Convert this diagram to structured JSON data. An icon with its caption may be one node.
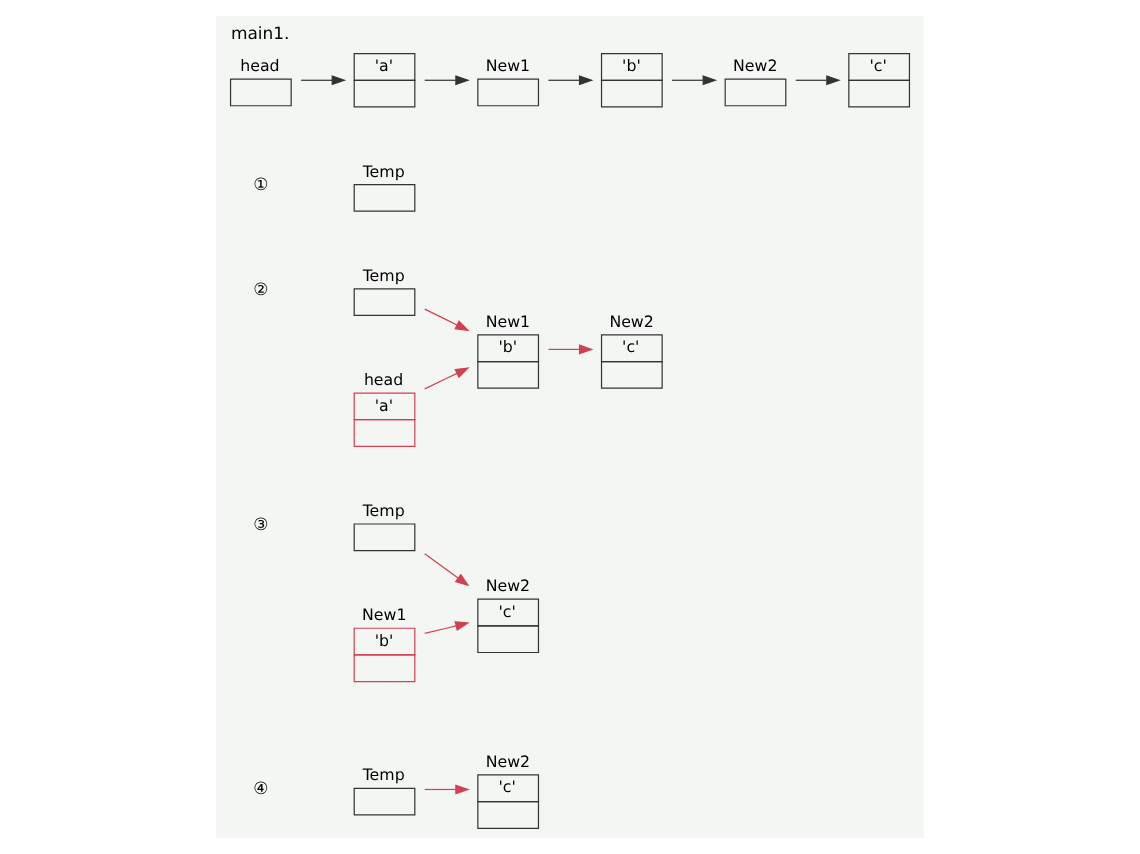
{
  "diagram": {
    "title": "main1.",
    "nodes": [
      {
        "text": [
          "Temp"
        ]
      },
      {
        "text": [
          "head"
        ]
      },
      {
        "text": [
          "'a'"
        ]
      },
      {
        "text": [
          "New1"
        ]
      },
      {
        "text": [
          "'b'"
        ]
      },
      {
        "text": [
          "New2"
        ]
      },
      {
        "text": [
          "'c'"
        ]
      },
      {
        "text": [
          "Temp"
        ]
      },
      {
        "text": [
          "head",
          "'a'"
        ]
      },
      {
        "text": [
          "New1",
          "'b'"
        ]
      },
      {
        "text": [
          "New2",
          "'c'"
        ]
      },
      {
        "text": [
          "Temp"
        ]
      },
      {
        "text": [
          "New1",
          "'b'"
        ]
      },
      {
        "text": [
          "New2",
          "'c'"
        ]
      },
      {
        "text": [
          "Temp"
        ]
      },
      {
        "text": [
          "New2",
          "'c'"
        ]
      }
    ],
    "edges": [
      {
        "from": 1,
        "to": 2,
        "arrow": "to",
        "color": "#333333"
      },
      {
        "from": 2,
        "to": 3,
        "arrow": "to",
        "color": "#333333"
      },
      {
        "from": 3,
        "to": 4,
        "arrow": "to",
        "color": "#333333"
      },
      {
        "from": 4,
        "to": 5,
        "arrow": "to",
        "color": "#333333"
      },
      {
        "from": 5,
        "to": 6,
        "arrow": "to",
        "color": "#333333"
      },
      {
        "from": 7,
        "to": 9,
        "arrow": "to",
        "color": "#d04050"
      },
      {
        "from": 8,
        "to": 9,
        "arrow": "to",
        "color": "#d04050"
      },
      {
        "from": 9,
        "to": 10,
        "arrow": "to",
        "color": "#d04050"
      },
      {
        "from": 11,
        "to": 13,
        "arrow": "to",
        "color": "#d04050"
      },
      {
        "from": 12,
        "to": 13,
        "arrow": "to",
        "color": "#d04050"
      },
      {
        "from": 14,
        "to": 15,
        "arrow": "to",
        "color": "#d04050"
      }
    ],
    "labels": [
      "①",
      "②",
      "③",
      "④"
    ]
  }
}
